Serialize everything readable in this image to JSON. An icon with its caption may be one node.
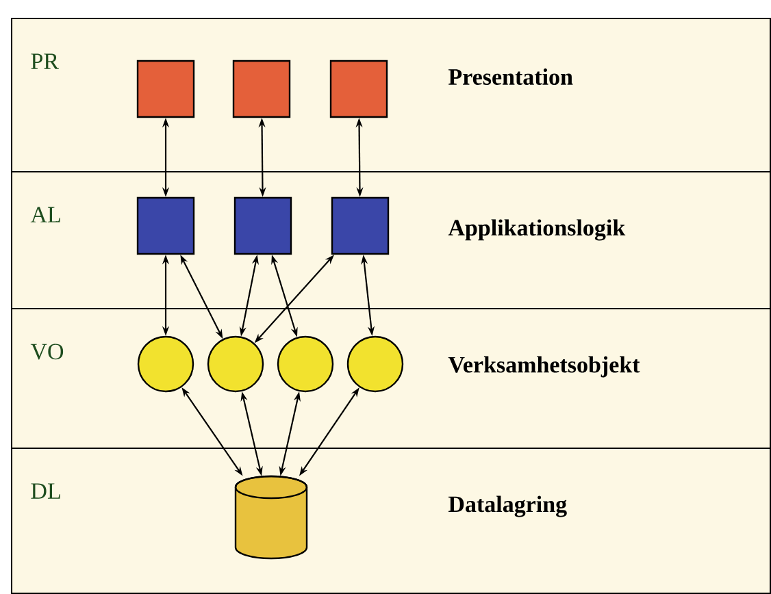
{
  "diagram": {
    "nodes": [
      {
        "text": [
          "PR",
          "Presentation"
        ]
      },
      {
        "text": [],
        "shape": "box",
        "in": 0
      },
      {
        "text": [],
        "shape": "box",
        "in": 0
      },
      {
        "text": [],
        "shape": "box",
        "in": 0
      },
      {
        "text": [
          "AL",
          "Applikationslogik"
        ]
      },
      {
        "text": [],
        "shape": "box",
        "in": 4
      },
      {
        "text": [],
        "shape": "box",
        "in": 4
      },
      {
        "text": [],
        "shape": "box",
        "in": 4
      },
      {
        "text": [
          "VO",
          "Verksamhetsobjekt"
        ]
      },
      {
        "text": [],
        "shape": "circle",
        "in": 8
      },
      {
        "text": [],
        "shape": "circle",
        "in": 8
      },
      {
        "text": [],
        "shape": "circle",
        "in": 8
      },
      {
        "text": [],
        "shape": "circle",
        "in": 8
      },
      {
        "text": [
          "DL",
          "Datalagring"
        ]
      },
      {
        "text": [],
        "shape": "cylinder",
        "in": 13
      }
    ],
    "edges": [
      {
        "from": 1,
        "to": 5,
        "arrow": "both"
      },
      {
        "from": 2,
        "to": 6,
        "arrow": "both"
      },
      {
        "from": 3,
        "to": 7,
        "arrow": "both"
      },
      {
        "from": 5,
        "to": 9,
        "arrow": "both"
      },
      {
        "from": 5,
        "to": 10,
        "arrow": "both"
      },
      {
        "from": 6,
        "to": 10,
        "arrow": "both"
      },
      {
        "from": 6,
        "to": 11,
        "arrow": "both"
      },
      {
        "from": 7,
        "to": 10,
        "arrow": "both"
      },
      {
        "from": 7,
        "to": 12,
        "arrow": "both"
      },
      {
        "from": 9,
        "to": 14,
        "arrow": "both"
      },
      {
        "from": 10,
        "to": 14,
        "arrow": "both"
      },
      {
        "from": 11,
        "to": 14,
        "arrow": "both"
      },
      {
        "from": 12,
        "to": 14,
        "arrow": "both"
      }
    ]
  }
}
